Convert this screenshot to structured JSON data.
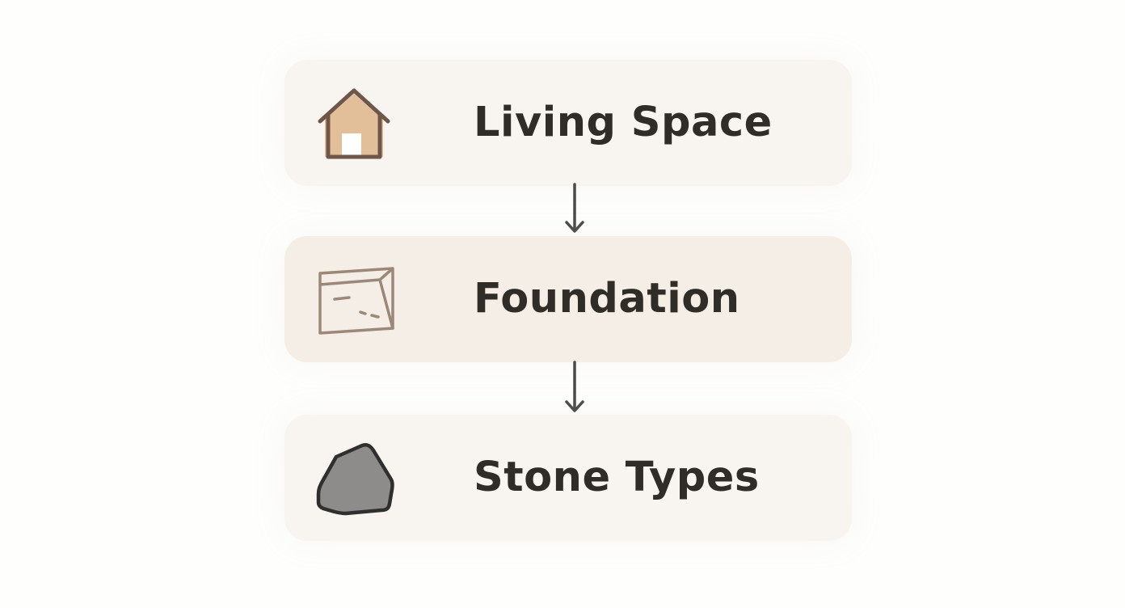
{
  "diagram": {
    "nodes": [
      {
        "id": "living-space",
        "label": "Living Space",
        "icon": "house-icon"
      },
      {
        "id": "foundation",
        "label": "Foundation",
        "icon": "foundation-block-icon"
      },
      {
        "id": "stone-types",
        "label": "Stone Types",
        "icon": "stone-icon"
      }
    ],
    "edges": [
      {
        "from": "living-space",
        "to": "foundation"
      },
      {
        "from": "foundation",
        "to": "stone-types"
      }
    ]
  },
  "colors": {
    "card_light": "#f8f5f1",
    "card_highlight": "#f5eee6",
    "label_text": "#302c28",
    "house_fill": "#e2bf98",
    "house_stroke": "#6e5748",
    "foundation_stroke": "#9c8878",
    "stone_fill": "#8d8c8a",
    "stone_stroke": "#2f2f2f",
    "arrow": "#4a4a4a"
  }
}
